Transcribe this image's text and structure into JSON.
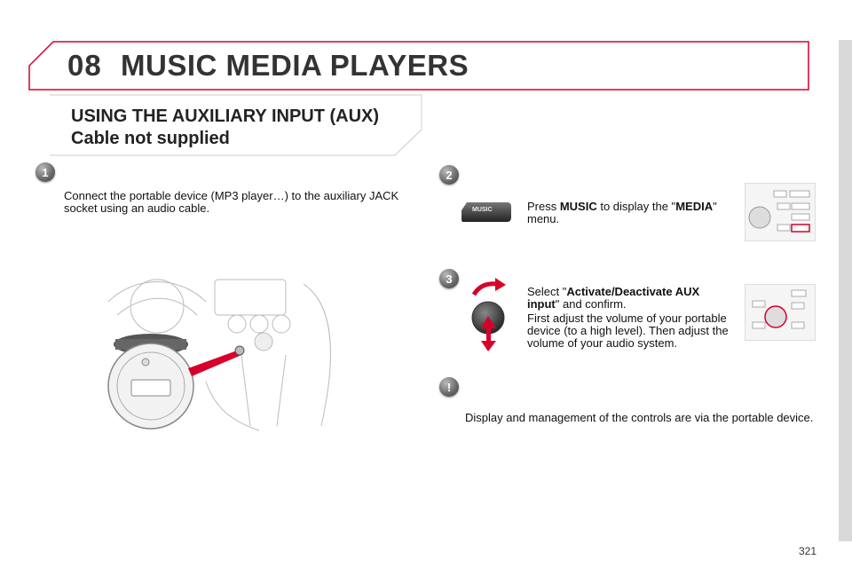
{
  "header": {
    "chapter": "08",
    "title": "MUSIC MEDIA PLAYERS"
  },
  "section": {
    "title": "USING THE AUXILIARY INPUT (AUX)",
    "subtitle": "Cable not supplied"
  },
  "steps": [
    {
      "number": "1",
      "text": "Connect the portable device (MP3 player…) to the auxiliary JACK socket using an audio cable."
    },
    {
      "number": "2",
      "pre": "Press ",
      "key": "MUSIC",
      "mid": " to display the \"",
      "menu": "MEDIA",
      "post": "\" menu.",
      "button_label": "MUSIC"
    },
    {
      "number": "3",
      "pre": "Select \"",
      "option": "Activate/Deactivate AUX input",
      "post": "\" and confirm.",
      "note": "First adjust the volume of your portable device (to a high level). Then adjust the volume of your audio system."
    }
  ],
  "warning": {
    "symbol": "!",
    "text": "Display and management of the controls are via the portable device."
  },
  "page_number": "321",
  "colors": {
    "accent_red": "#d6002a",
    "text_dark": "#333333"
  }
}
